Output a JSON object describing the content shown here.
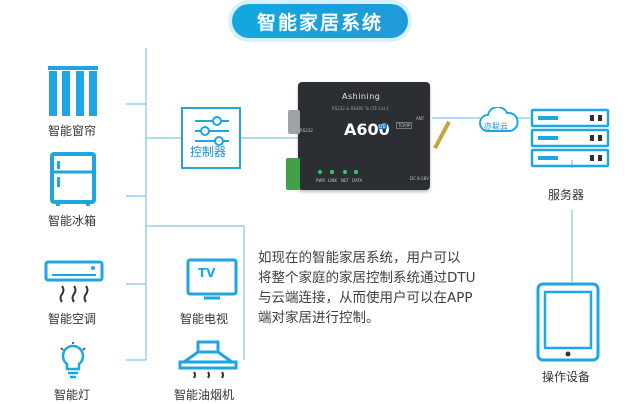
{
  "title": "智能家居系统",
  "devices_left": [
    {
      "label": "智能窗帘",
      "icon": "curtain-icon"
    },
    {
      "label": "智能冰箱",
      "icon": "fridge-icon"
    },
    {
      "label": "智能空调",
      "icon": "air-conditioner-icon"
    },
    {
      "label": "智能灯",
      "icon": "light-bulb-icon"
    }
  ],
  "devices_mid": [
    {
      "label": "智能电视",
      "icon": "tv-icon",
      "screen_text": "TV"
    },
    {
      "label": "智能油烟机",
      "icon": "range-hood-icon"
    }
  ],
  "controller": {
    "label": "控制器",
    "icon": "slider-controls-icon"
  },
  "dtu": {
    "brand": "Ashining",
    "subtitle": "RS232 & RS485 To LTE Cat-1",
    "model": "A600",
    "badge": "LTE",
    "tag": "TCP/IP",
    "port_left": "RS232",
    "port_right": "ANT",
    "power": "DC 8-28V",
    "leds": [
      "PWR",
      "LINK",
      "NET",
      "DATA"
    ]
  },
  "cloud": {
    "label": "亦聪云",
    "icon": "cloud-icon"
  },
  "server": {
    "label": "服务器",
    "icon": "server-icon"
  },
  "tablet": {
    "label": "操作设备",
    "icon": "tablet-icon"
  },
  "description": [
    "如现在的智能家居系统，用户可以",
    "将整个家庭的家居控制系统通过DTU",
    "与云端连接，从而使用户可以在APP",
    "端对家居进行控制。"
  ],
  "colors": {
    "accent": "#1b8fd0",
    "line": "#7ec8ea",
    "banner": "#12a8e0"
  }
}
